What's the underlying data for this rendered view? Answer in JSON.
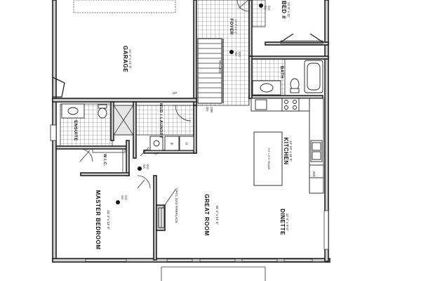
{
  "rooms": {
    "garage": {
      "name": "GARAGE",
      "dims": "21' 3\" x 21' 0\""
    },
    "bedroom": {
      "name": "BED #",
      "dims": "12' 0\" x 11'"
    },
    "foyer": {
      "name": "FOYER",
      "dims": "10' 5\" x 6' 4\""
    },
    "bath": {
      "name": "BATH"
    },
    "ensuite": {
      "name": "ENSUITE"
    },
    "mud_laundry": {
      "name": "MUD / LAUNDRY"
    },
    "wic": {
      "name": "W.I.C."
    },
    "kitchen": {
      "name": "KITCHEN",
      "dims": "14' 10\" x 11' 0\""
    },
    "great_room": {
      "name": "GREAT ROOM",
      "dims": "18' 3\" x 14' 5\""
    },
    "master_bedroom": {
      "name": "MASTER BEDROOM",
      "dims": "13' 3\" x 13' 0\""
    },
    "dinette": {
      "name": "DINETTE",
      "dims": "11' 0\" x 9' 0\""
    }
  },
  "annotations": {
    "island": "4' 8\" x 8' 0\" ISLAND",
    "fireplace": "OPT'L GAS FIREPLACE",
    "stairs_up": "UP",
    "stairs_dn": "DN",
    "stairs_risers": "10R",
    "railing": "RAILING",
    "smoke_alarm": "SA",
    "co_alarm": "CO",
    "dishwasher": "DW",
    "washer": "W",
    "dryer": "D",
    "laundry_tub": "LT"
  }
}
